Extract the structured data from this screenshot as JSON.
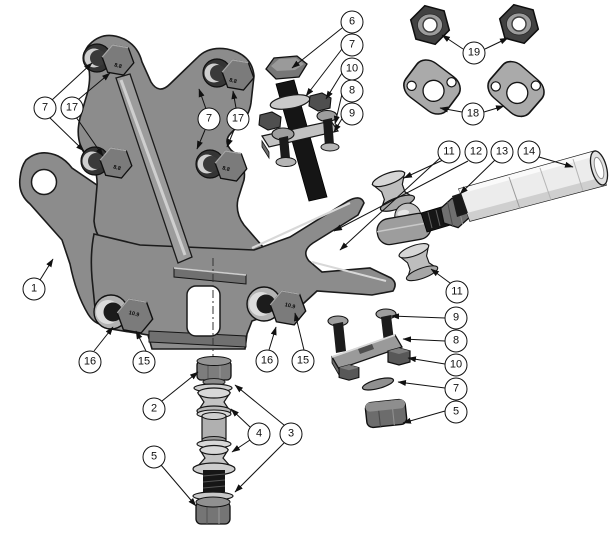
{
  "colors": {
    "background": "#ffffff",
    "callout_fill": "#ffffff",
    "callout_stroke": "#111111",
    "outline": "#1b1b1b",
    "bracket_gray": "#8c8c8c",
    "hardware_dark": "#3a3a3a",
    "hardware_mid": "#7b7b7b",
    "hardware_light": "#c9c9c9",
    "rod_light": "#ececec"
  },
  "markings": {
    "upper_bolt_grade": "8.8",
    "lower_bolt_grade": "10.9"
  },
  "callouts": [
    {
      "label": "1",
      "target": "tow-hook-bracket"
    },
    {
      "label": "7",
      "target": "washer-upper-left"
    },
    {
      "label": "17",
      "target": "hex-bolt-upper-left"
    },
    {
      "label": "7",
      "target": "washer-upper-right"
    },
    {
      "label": "17",
      "target": "hex-bolt-upper-right"
    },
    {
      "label": "6",
      "target": "long-hex-bolt"
    },
    {
      "label": "7",
      "target": "washer-top-assembly"
    },
    {
      "label": "10",
      "target": "hex-nut-top-assembly"
    },
    {
      "label": "8",
      "target": "clamp-plate-top-assembly"
    },
    {
      "label": "9",
      "target": "carriage-bolt-top-assembly"
    },
    {
      "label": "19",
      "target": "hex-nuts-pair"
    },
    {
      "label": "18",
      "target": "flange-plates-pair"
    },
    {
      "label": "11",
      "target": "cone-bushing-upper"
    },
    {
      "label": "12",
      "target": "ball-joint-end"
    },
    {
      "label": "13",
      "target": "jam-nut"
    },
    {
      "label": "14",
      "target": "tie-rod-tube"
    },
    {
      "label": "11",
      "target": "cone-bushing-lower"
    },
    {
      "label": "9",
      "target": "carriage-bolt-right-assembly"
    },
    {
      "label": "8",
      "target": "clamp-plate-right-assembly"
    },
    {
      "label": "10",
      "target": "hex-nut-right-assembly"
    },
    {
      "label": "7",
      "target": "washer-right-assembly"
    },
    {
      "label": "5",
      "target": "large-hex-nut-right-assembly"
    },
    {
      "label": "16",
      "target": "washer-lower-left"
    },
    {
      "label": "15",
      "target": "hex-bolt-lower-left"
    },
    {
      "label": "16",
      "target": "washer-lower-right"
    },
    {
      "label": "15",
      "target": "hex-bolt-lower-right"
    },
    {
      "label": "2",
      "target": "hex-nut-stack-top"
    },
    {
      "label": "4",
      "target": "cone-bushings-stack"
    },
    {
      "label": "3",
      "target": "washers-stack"
    },
    {
      "label": "5",
      "target": "hex-nut-stack-bottom"
    }
  ]
}
